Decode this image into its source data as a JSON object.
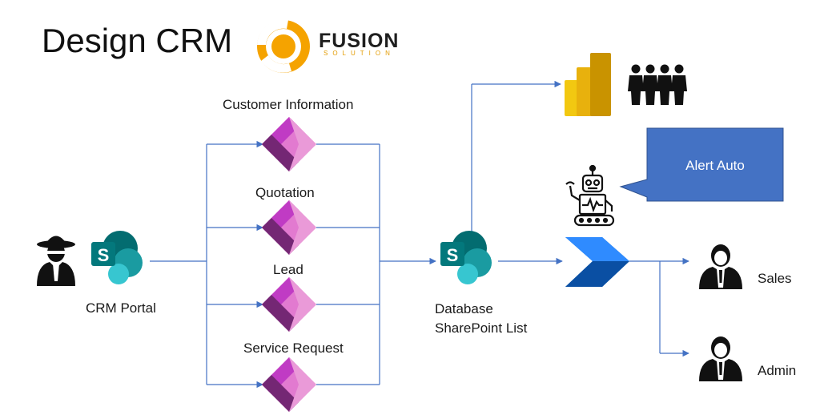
{
  "title": "Design CRM",
  "logo": {
    "brand": "FUSION",
    "tagline": "SOLUTION"
  },
  "forms": [
    {
      "id": "customer",
      "label": "Customer Information"
    },
    {
      "id": "quotation",
      "label": "Quotation"
    },
    {
      "id": "lead",
      "label": "Lead"
    },
    {
      "id": "service",
      "label": "Service Request"
    }
  ],
  "portal": {
    "label": "CRM Portal"
  },
  "database": {
    "line1": "Database",
    "line2": "SharePoint List"
  },
  "alert": {
    "label": "Alert Auto"
  },
  "outputs": [
    {
      "id": "sales",
      "label": "Sales"
    },
    {
      "id": "admin",
      "label": "Admin"
    }
  ],
  "colors": {
    "connector": "#4472c4",
    "callout": "#4472c4",
    "powerapps_dark": "#742774",
    "powerapps_light": "#e27ad0",
    "sharepoint_dark": "#036c70",
    "sharepoint_light": "#37c6d0",
    "powerbi": "#f2c811",
    "automate": "#0066ff",
    "logo_orange": "#f5a300"
  },
  "icons": [
    "spy-user-icon",
    "sharepoint-icon",
    "powerapps-icon",
    "powerbi-icon",
    "people-group-icon",
    "robot-icon",
    "power-automate-icon",
    "business-person-icon"
  ]
}
